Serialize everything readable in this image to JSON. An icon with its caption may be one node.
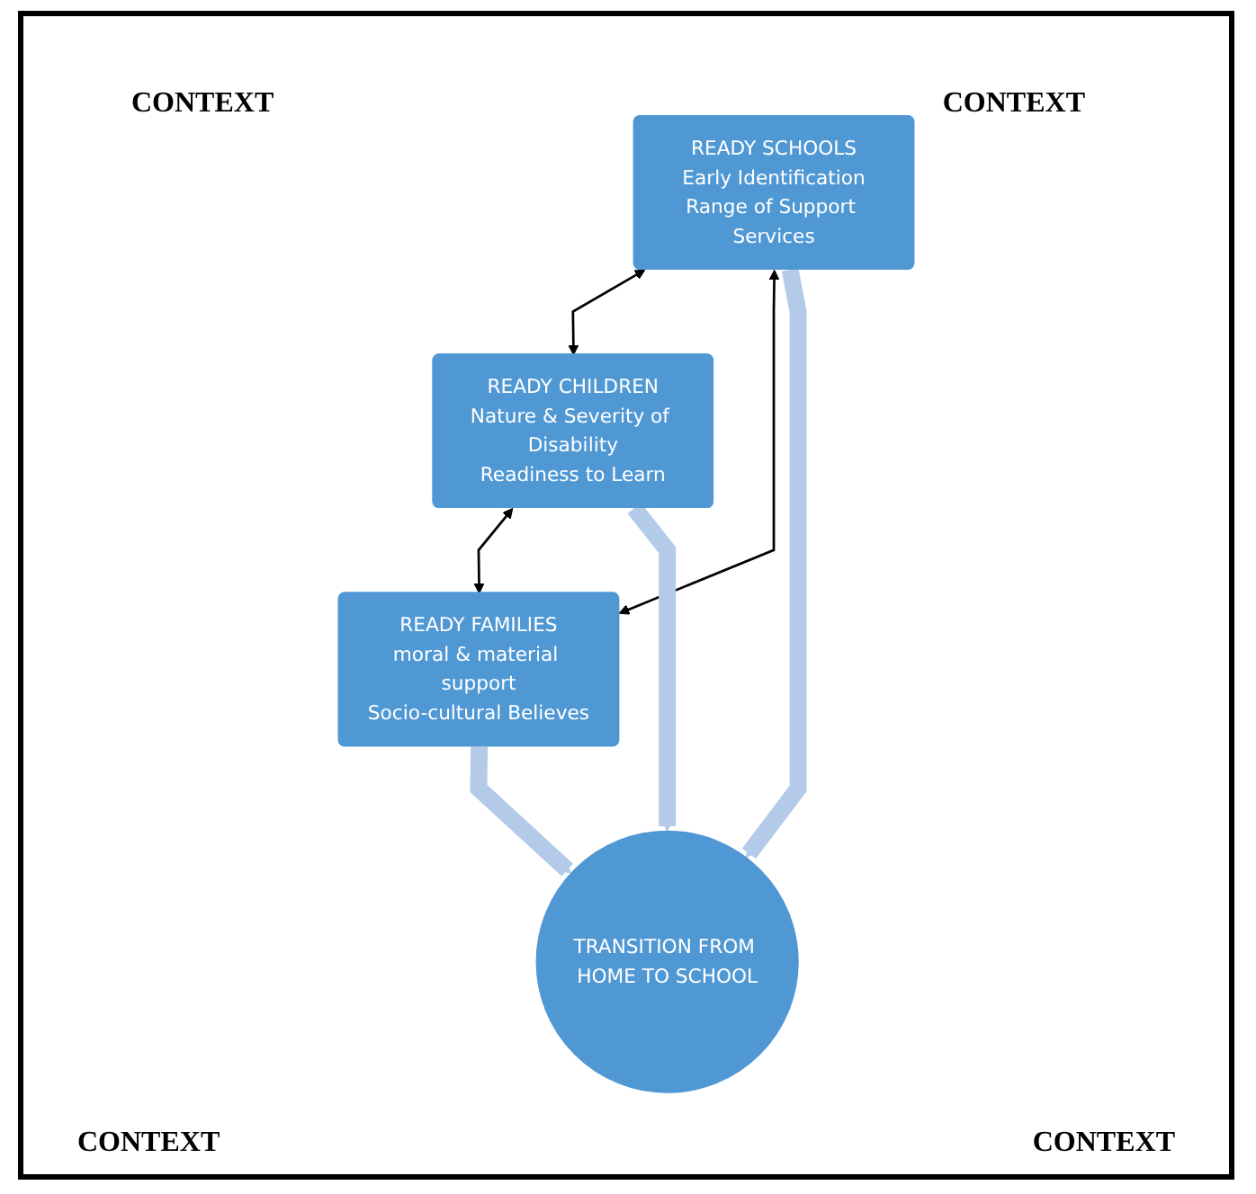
{
  "diagram": {
    "nodes": [
      {
        "text": [
          "READY SCHOOLS",
          "Early Identification",
          "Range of Support Services"
        ]
      },
      {
        "text": [
          "READY CHILDREN",
          "Nature & Severity of Disability",
          "Readiness to Learn"
        ]
      },
      {
        "text": [
          "READY FAMILIES",
          "moral & material support",
          "Socio-cultural Believes"
        ]
      },
      {
        "text": [
          "TRANSITION FROM HOME TO SCHOOL"
        ]
      }
    ],
    "edges": [
      {
        "from": 0,
        "to": 1,
        "arrow": "both"
      },
      {
        "from": 0,
        "to": 2,
        "arrow": "both"
      },
      {
        "from": 1,
        "to": 2,
        "arrow": "both"
      },
      {
        "from": 1,
        "to": 3,
        "arrow": "to",
        "style": "thick",
        "color": "#b3cbe9"
      },
      {
        "from": 0,
        "to": 3,
        "arrow": "to",
        "style": "thick",
        "color": "#b3cbe9"
      },
      {
        "from": 2,
        "to": 3,
        "arrow": "to",
        "style": "thick",
        "color": "#b3cbe9"
      }
    ],
    "labels": [
      "CONTEXT",
      "CONTEXT",
      "CONTEXT",
      "CONTEXT"
    ]
  }
}
